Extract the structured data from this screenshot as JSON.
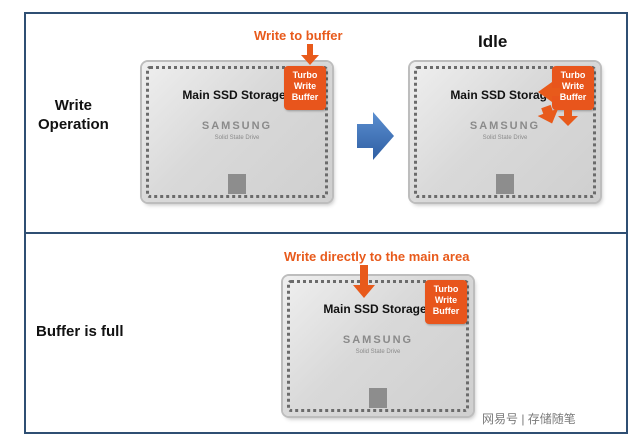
{
  "labels": {
    "write_operation_line1": "Write",
    "write_operation_line2": "Operation",
    "buffer_is_full": "Buffer is full",
    "idle": "Idle",
    "write_to_buffer": "Write to buffer",
    "write_directly": "Write directly to the main area"
  },
  "drive": {
    "main_label": "Main SSD Storage",
    "brand": "SAMSUNG",
    "subbrand": "Solid State Drive",
    "turbo_line1": "Turbo",
    "turbo_line2": "Write",
    "turbo_line3": "Buffer"
  },
  "watermark": "网易号 | 存储随笔",
  "colors": {
    "accent_orange": "#e85a1b",
    "panel_border": "#2f4f73",
    "transition_arrow": "#3d6fb4"
  }
}
